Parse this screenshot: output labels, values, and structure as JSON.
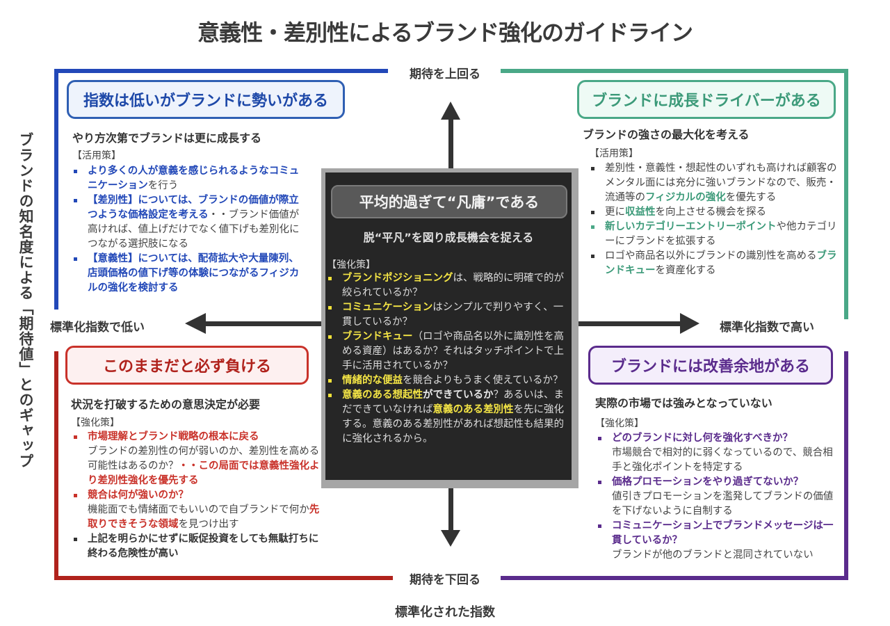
{
  "title": "意義性・差別性によるブランド強化のガイドライン",
  "axes": {
    "top": "期待を上回る",
    "bottom": "期待を下回る",
    "left": "標準化指数で低い",
    "right": "標準化指数で高い",
    "x_title": "標準化された指数",
    "y_title": "ブランドの知名度による「期待値」とのギャップ"
  },
  "colors": {
    "blue": "#2248b8",
    "green": "#4aa887",
    "red": "#b0221c",
    "purple": "#5a2b8c",
    "center_bg": "#262626",
    "highlight_yellow": "#f4e545"
  },
  "quadrants": {
    "top_left": {
      "heading": "指数は低いがブランドに勢いがある",
      "subheading": "やり方次第でブランドは更に成長する",
      "label": "【活用策】",
      "items": [
        {
          "em": "より多くの人が意義を感じられるようなコミュニケーション",
          "text": "を行う"
        },
        {
          "em": "【差別性】については、ブランドの価値が際立つような価格設定を考える",
          "text": "・・ブランド価値が高ければ、値上げだけでなく値下げも差別化につながる選択肢になる"
        },
        {
          "em": "【意義性】については、配荷拡大や大量陳列、店頭価格の値下げ等の体験につながるフィジカルの強化を検討する",
          "text": ""
        }
      ]
    },
    "top_right": {
      "heading": "ブランドに成長ドライバーがある",
      "subheading": "ブランドの強さの最大化を考える",
      "label": "【活用策】",
      "items": [
        {
          "pre": "差別性・意義性・想起性のいずれも高ければ顧客のメンタル面には充分に強いブランドなので、販売・流通等の",
          "em": "フィジカルの強化",
          "post": "を優先する"
        },
        {
          "pre": "更に",
          "em": "収益性",
          "post": "を向上させる機会を探る"
        },
        {
          "pre": "",
          "em": "新しいカテゴリーエントリーポイント",
          "post": "や他カテゴリーにブランドを拡張する"
        },
        {
          "pre": "ロゴや商品名以外にブランドの識別性を高める",
          "em": "ブランドキュー",
          "post": "を資産化する"
        }
      ]
    },
    "bottom_left": {
      "heading": "このままだと必ず負ける",
      "subheading": "状況を打破するための意思決定が必要",
      "label": "【強化策】",
      "items": [
        {
          "head": "市場理解とブランド戦略の根本に戻る",
          "body": "ブランドの差別性の何が弱いのか、差別性を高める可能性はあるのか？",
          "em": "・・この局面では意義性強化より差別性強化を優先する"
        },
        {
          "head": "競合は何が強いのか？",
          "body_pre": "機能面でも情緒面でもいいので自ブランドで何か",
          "em": "先取りできそうな領域",
          "body_post": "を見つけ出す"
        },
        {
          "bold": "上記を明らかにせずに販促投資をしても無駄打ちに終わる危険性が高い"
        }
      ]
    },
    "bottom_right": {
      "heading": "ブランドには改善余地がある",
      "subheading": "実際の市場では強みとなっていない",
      "label": "【強化策】",
      "items": [
        {
          "head": "どのブランドに対し何を強化すべきか？",
          "body": "市場競合で相対的に弱くなっているので、競合相手と強化ポイントを特定する"
        },
        {
          "head": "価格プロモーションをやり過ぎてないか？",
          "body": "値引きプロモーションを濫発してブランドの価値を下げないように自制する"
        },
        {
          "head": "コミュニケーション上でブランドメッセージは一貫しているか？",
          "body": "ブランドが他のブランドと混同されていない"
        }
      ]
    }
  },
  "center": {
    "heading": "平均的過ぎて“凡庸”である",
    "subheading": "脱“平凡”を図り成長機会を捉える",
    "label": "【強化策】",
    "items": [
      {
        "em": "ブランドポジショニング",
        "text": "は、戦略的に明確で的が絞られているか？"
      },
      {
        "em": "コミュニケーション",
        "text": "はシンプルで判りやすく、一貫しているか？"
      },
      {
        "em": "ブランドキュー",
        "text": "（ロゴや商品名以外に識別性を高める資産）はあるか？それはタッチポイントで上手に活用されているか？"
      },
      {
        "em": "情緒的な便益",
        "text": "を競合よりもうまく使えているか？"
      },
      {
        "em": "意義のある想起性",
        "bold": "ができているか",
        "text": "？あるいは、まだできていなければ",
        "em2": "意義のある差別性",
        "text2": "を先に強化する。意義のある差別性があれば想起性も結果的に強化されるから。"
      }
    ]
  }
}
